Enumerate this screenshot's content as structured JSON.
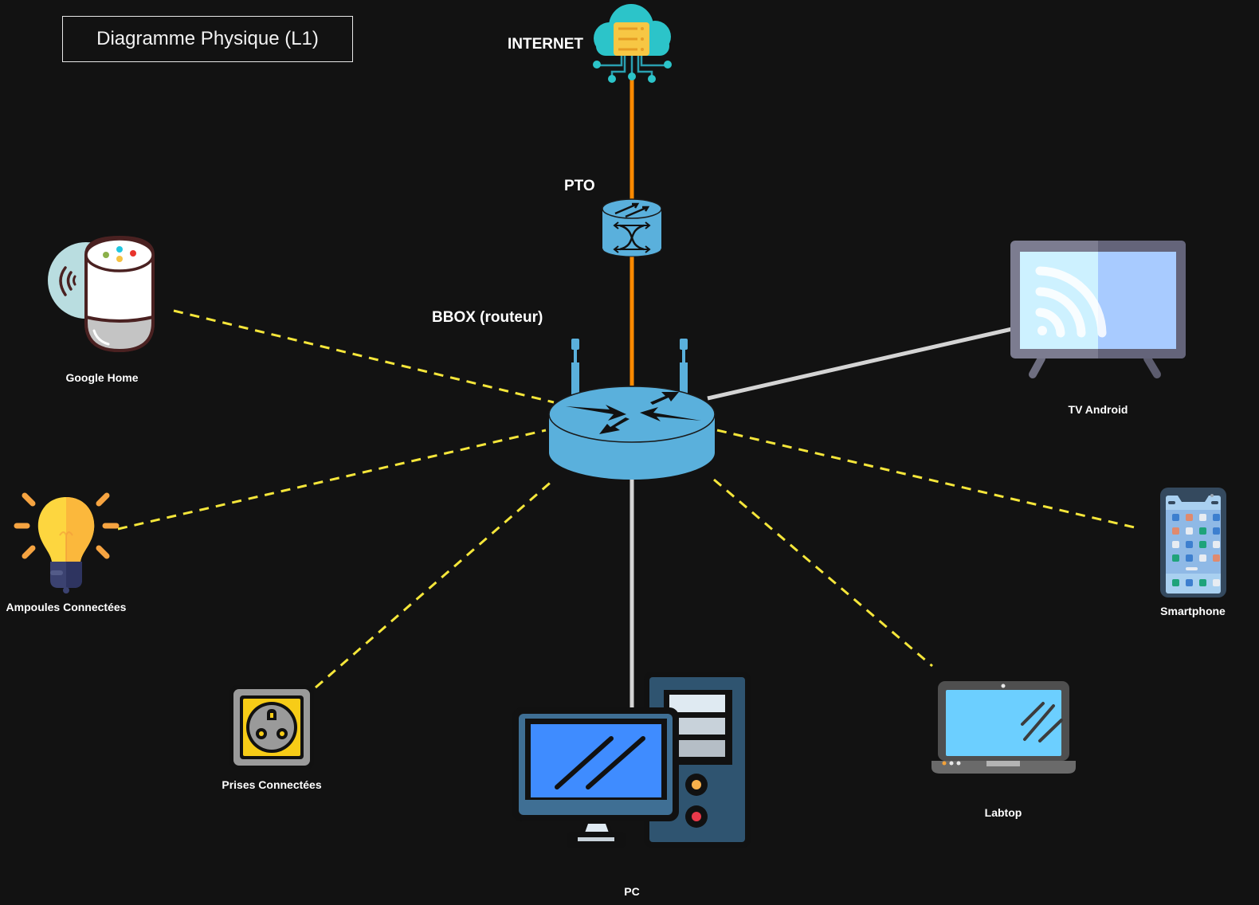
{
  "title": "Diagramme Physique (L1)",
  "nodes": {
    "internet": {
      "label": "INTERNET",
      "icon": "cloud-server-icon"
    },
    "pto": {
      "label": "PTO",
      "icon": "optical-switch-icon"
    },
    "router": {
      "label": "BBOX (routeur)",
      "icon": "router-icon"
    },
    "google_home": {
      "label": "Google Home",
      "icon": "smart-speaker-icon"
    },
    "bulbs": {
      "label": "Ampoules Connectées",
      "icon": "light-bulb-icon"
    },
    "plugs": {
      "label": "Prises Connectées",
      "icon": "power-socket-icon"
    },
    "pc": {
      "label": "PC",
      "icon": "desktop-computer-icon"
    },
    "laptop": {
      "label": "Labtop",
      "icon": "laptop-icon"
    },
    "smartphone": {
      "label": "Smartphone",
      "icon": "smartphone-icon"
    },
    "tv": {
      "label": "TV Android",
      "icon": "smart-tv-icon"
    }
  },
  "links": [
    {
      "from": "internet",
      "to": "pto",
      "type": "fiber",
      "color": "#ff8a00"
    },
    {
      "from": "pto",
      "to": "router",
      "type": "fiber",
      "color": "#ff8a00"
    },
    {
      "from": "router",
      "to": "tv",
      "type": "ethernet",
      "color": "#d4d4d4"
    },
    {
      "from": "router",
      "to": "pc",
      "type": "ethernet",
      "color": "#d4d4d4"
    },
    {
      "from": "router",
      "to": "google_home",
      "type": "wifi",
      "color": "#f5e63a"
    },
    {
      "from": "router",
      "to": "bulbs",
      "type": "wifi",
      "color": "#f5e63a"
    },
    {
      "from": "router",
      "to": "plugs",
      "type": "wifi",
      "color": "#f5e63a"
    },
    {
      "from": "router",
      "to": "laptop",
      "type": "wifi",
      "color": "#f5e63a"
    },
    {
      "from": "router",
      "to": "smartphone",
      "type": "wifi",
      "color": "#f5e63a"
    }
  ]
}
